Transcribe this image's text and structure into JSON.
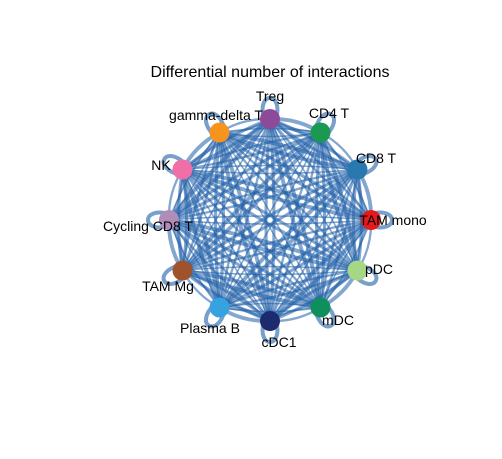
{
  "title": "Differential number of interactions",
  "edge_color": "#1f5fa8",
  "nodes": [
    {
      "id": "Treg",
      "label": "Treg",
      "color": "#8c4a99"
    },
    {
      "id": "CD4 T",
      "label": "CD4 T",
      "color": "#1a9a50"
    },
    {
      "id": "CD8 T",
      "label": "CD8 T",
      "color": "#2779b0"
    },
    {
      "id": "TAM mono",
      "label": "TAM mono",
      "color": "#e41a1c"
    },
    {
      "id": "pDC",
      "label": "pDC",
      "color": "#a6d785"
    },
    {
      "id": "mDC",
      "label": "mDC",
      "color": "#0f8f5c"
    },
    {
      "id": "cDC1",
      "label": "cDC1",
      "color": "#1c2a6e"
    },
    {
      "id": "Plasma B",
      "label": "Plasma B",
      "color": "#37a2e0"
    },
    {
      "id": "TAM Mg",
      "label": "TAM Mg",
      "color": "#a0522d"
    },
    {
      "id": "Cycling CD8 T",
      "label": "Cycling CD8 T",
      "color": "#b08cb8"
    },
    {
      "id": "NK",
      "label": "NK",
      "color": "#f06fa8"
    },
    {
      "id": "gamma-delta T",
      "label": "gamma-delta T",
      "color": "#f7941d"
    }
  ]
}
